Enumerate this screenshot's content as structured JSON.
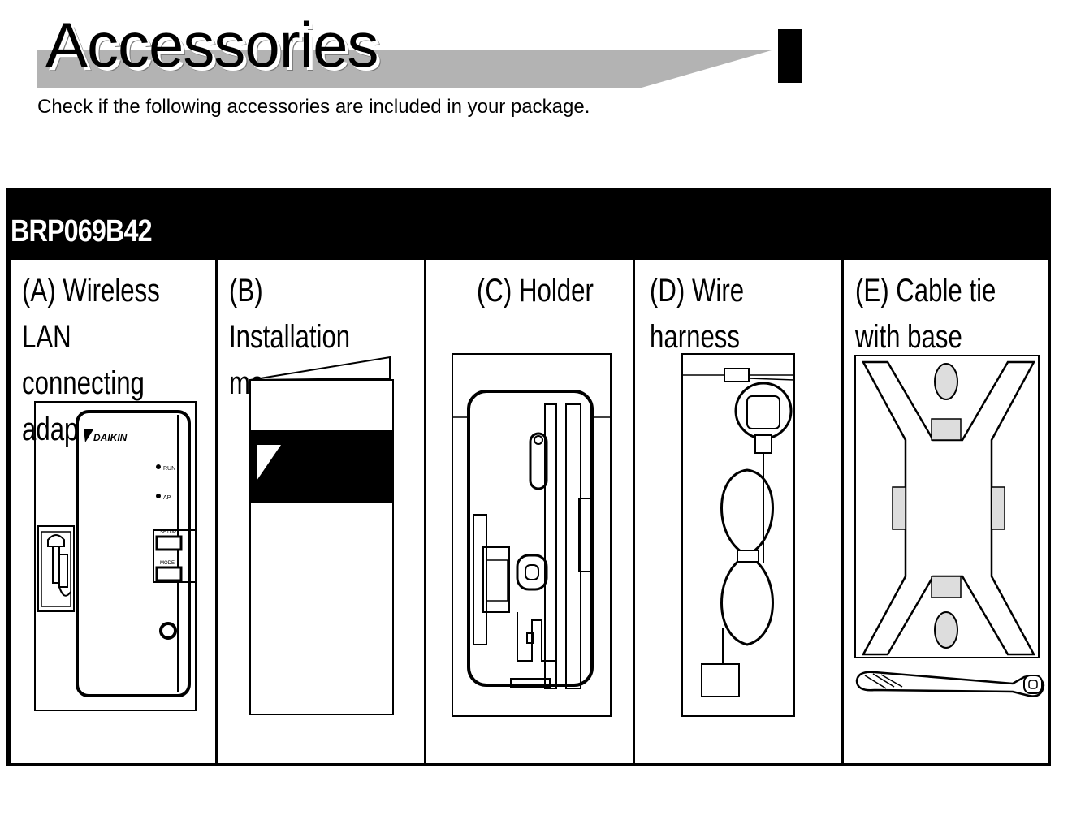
{
  "page": {
    "title": "Accessories",
    "subtitle": "Check if the following accessories are included in your package."
  },
  "table": {
    "model": "BRP069B42",
    "items": [
      {
        "label": "(A) Wireless LAN connecting adapter"
      },
      {
        "label": "(B) Installation manual"
      },
      {
        "label": "(C) Holder"
      },
      {
        "label": "(D) Wire harness"
      },
      {
        "label": "(E) Cable tie with base"
      }
    ]
  },
  "adapter": {
    "brand": "DAIKIN",
    "led_labels": [
      "RUN",
      "AP"
    ],
    "button_labels": [
      "SETUP",
      "MODE"
    ]
  },
  "colors": {
    "banner_gray": "#b3b3b3",
    "ink": "#000000"
  }
}
